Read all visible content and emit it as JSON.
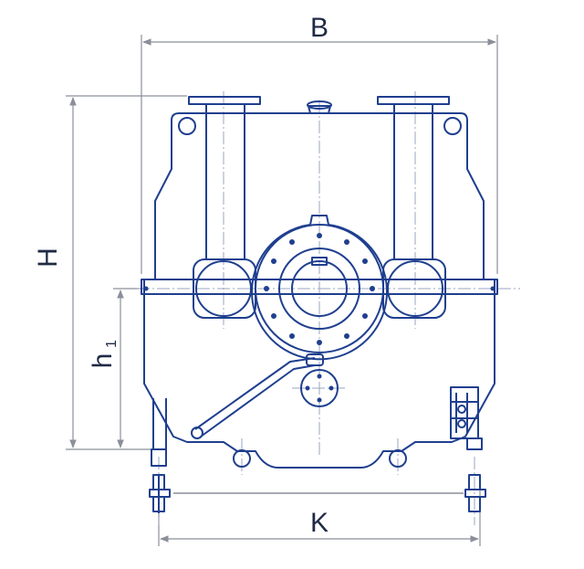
{
  "drawing": {
    "line_color": "#1f3f8f",
    "dim_color": "#8a8f99",
    "center_line_color": "#9aa4c0",
    "text_color": "#1f2a44"
  },
  "dimensions": {
    "width_label": "B",
    "height_label": "H",
    "shaft_height_label": "h",
    "shaft_height_subscript": "1",
    "foot_spacing_label": "K"
  }
}
